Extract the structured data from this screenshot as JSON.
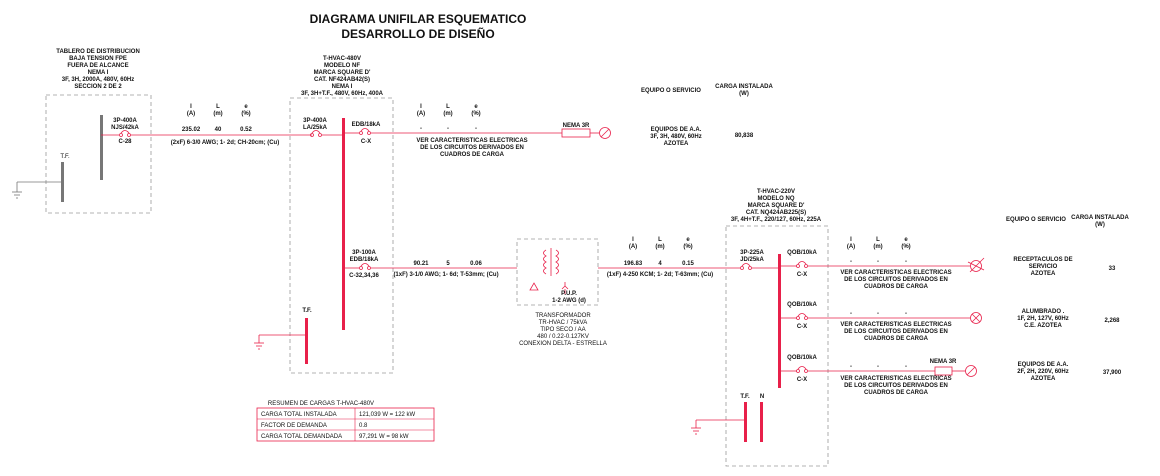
{
  "title": {
    "line1": "DIAGRAMA UNIFILAR ESQUEMATICO",
    "line2": "DESARROLLO DE DISEÑO"
  },
  "board_main": {
    "lines": [
      "TABLERO DE DISTRIBUCION",
      "BAJA TENSION FPE",
      "FUERA DE ALCANCE",
      "NEMA I",
      "3F, 3H, 2000A, 480V, 60Hz",
      "SECCION 2 DE 2"
    ],
    "tf": "T.F."
  },
  "breaker_main": {
    "lines": [
      "3P-400A",
      "NJS/42kA"
    ],
    "tag": "C-28"
  },
  "feeder1": {
    "hdr_i": [
      "I",
      "(A)"
    ],
    "hdr_l": [
      "L",
      "(m)"
    ],
    "hdr_e": [
      "e",
      "(%)"
    ],
    "i": "235.02",
    "l": "40",
    "e": "0.52",
    "cable": "(2xF) 6-3/0 AWG; 1- 2d; CH-20cm; (Cu)"
  },
  "panel_480": {
    "lines": [
      "T-HVAC-480V",
      "MODELO NF",
      "MARCA SQUARE D'",
      "CAT. NF424AB42(S)",
      "NEMA I",
      "3F, 3H+T.F., 480V, 60Hz, 400A"
    ],
    "tf": "T.F."
  },
  "breaker_480_main": {
    "lines": [
      "3P-400A",
      "LA/25kA"
    ]
  },
  "breaker_480_edb": {
    "label": "EDB/18kA",
    "tag": "C-X"
  },
  "feeder_ac": {
    "hdr_i": [
      "I",
      "(A)"
    ],
    "hdr_l": [
      "L",
      "(m)"
    ],
    "hdr_e": [
      "e",
      "(%)"
    ],
    "i": "-",
    "l": "-",
    "e": "-",
    "note": [
      "VER CARACTERISTICAS ELECTRICAS",
      "DE LOS CIRCUITOS DERIVADOS EN",
      "CUADROS DE CARGA"
    ],
    "nema": "NEMA 3R"
  },
  "equip_header1": {
    "service": "EQUIPO O SERVICIO",
    "load": [
      "CARGA INSTALADA",
      "(W)"
    ]
  },
  "equip_ac": {
    "lines": [
      "EQUIPOS DE A.A.",
      "3F, 3H, 480V, 60Hz",
      "AZOTEA"
    ],
    "load": "80,838"
  },
  "breaker_480_xfmr": {
    "lines": [
      "3P-100A",
      "EDB/18kA"
    ],
    "tag": "C-32,34,36"
  },
  "feeder2": {
    "i": "90.21",
    "l": "5",
    "e": "0.06",
    "cable": "(1xF) 3-1/0 AWG; 1- 6d; T-53mm; (Cu)"
  },
  "transformer": {
    "pup": [
      "P.U.P.",
      "1-2 AWG (d)"
    ],
    "lines": [
      "TRANSFORMADOR",
      "TR-HVAC / 75kVA",
      "TIPO SECO / AA",
      "480 / 0.22-0.127KV",
      "CONEXION DELTA - ESTRELLA"
    ]
  },
  "feeder3": {
    "hdr_i": [
      "I",
      "(A)"
    ],
    "hdr_l": [
      "L",
      "(m)"
    ],
    "hdr_e": [
      "e",
      "(%)"
    ],
    "i": "196.83",
    "l": "4",
    "e": "0.15",
    "cable": "(1xF) 4-250 KCM; 1- 2d; T-63mm; (Cu)"
  },
  "panel_220": {
    "lines": [
      "T-HVAC-220V",
      "MODELO NQ",
      "MARCA SQUARE D'",
      "CAT. NQ424AB225(S)",
      "3F, 4H+T.F., 220/127, 60Hz, 225A"
    ],
    "tf": "T.F.",
    "n": "N"
  },
  "breaker_220_main": {
    "lines": [
      "3P-225A",
      "JD/25kA"
    ]
  },
  "equip_header2": {
    "service": "EQUIPO O SERVICIO",
    "load": [
      "CARGA INSTALADA",
      "(W)"
    ]
  },
  "branches": [
    {
      "breaker": "QOB/10kA",
      "tag": "C-X",
      "i": "-",
      "l": "-",
      "e": "-",
      "note": [
        "VER CARACTERISTICAS ELECTRICAS",
        "DE LOS CIRCUITOS DERIVADOS EN",
        "CUADROS DE CARGA"
      ],
      "equip": [
        "RECEPTACULOS DE",
        "SERVICIO",
        "AZOTEA"
      ],
      "load": "33"
    },
    {
      "breaker": "QOB/10kA",
      "tag": "C-X",
      "i": "-",
      "l": "-",
      "e": "-",
      "note": [
        "VER CARACTERISTICAS ELECTRICAS",
        "DE LOS CIRCUITOS DERIVADOS EN",
        "CUADROS DE CARGA"
      ],
      "equip": [
        "ALUMBRADO .",
        "1F, 2H, 127V, 60Hz",
        "C.E. AZOTEA"
      ],
      "load": "2,268"
    },
    {
      "breaker": "QOB/10kA",
      "tag": "C-X",
      "i": "-",
      "l": "-",
      "e": "-",
      "note": [
        "VER CARACTERISTICAS ELECTRICAS",
        "DE LOS CIRCUITOS DERIVADOS EN",
        "CUADROS DE CARGA"
      ],
      "equip": [
        "EQUIPOS DE A.A.",
        "2F, 2H, 220V, 60Hz",
        "AZOTEA"
      ],
      "load": "37,900",
      "nema": "NEMA 3R"
    }
  ],
  "branch_hdr": {
    "i": [
      "I",
      "(A)"
    ],
    "l": [
      "L",
      "(m)"
    ],
    "e": [
      "e",
      "(%)"
    ]
  },
  "summary": {
    "title": "RESUMEN DE CARGAS T-HVAC-480V",
    "rows": [
      {
        "label": "CARGA TOTAL INSTALADA",
        "value": "121,039 W = 122 kW"
      },
      {
        "label": "FACTOR DE DEMANDA",
        "value": "0.8"
      },
      {
        "label": "CARGA TOTAL DEMANDADA",
        "value": "97,291 W = 98 kW"
      }
    ]
  },
  "colors": {
    "line": "#e8204a",
    "bar_gray": "#777777",
    "dash": "#9a9a9a"
  }
}
